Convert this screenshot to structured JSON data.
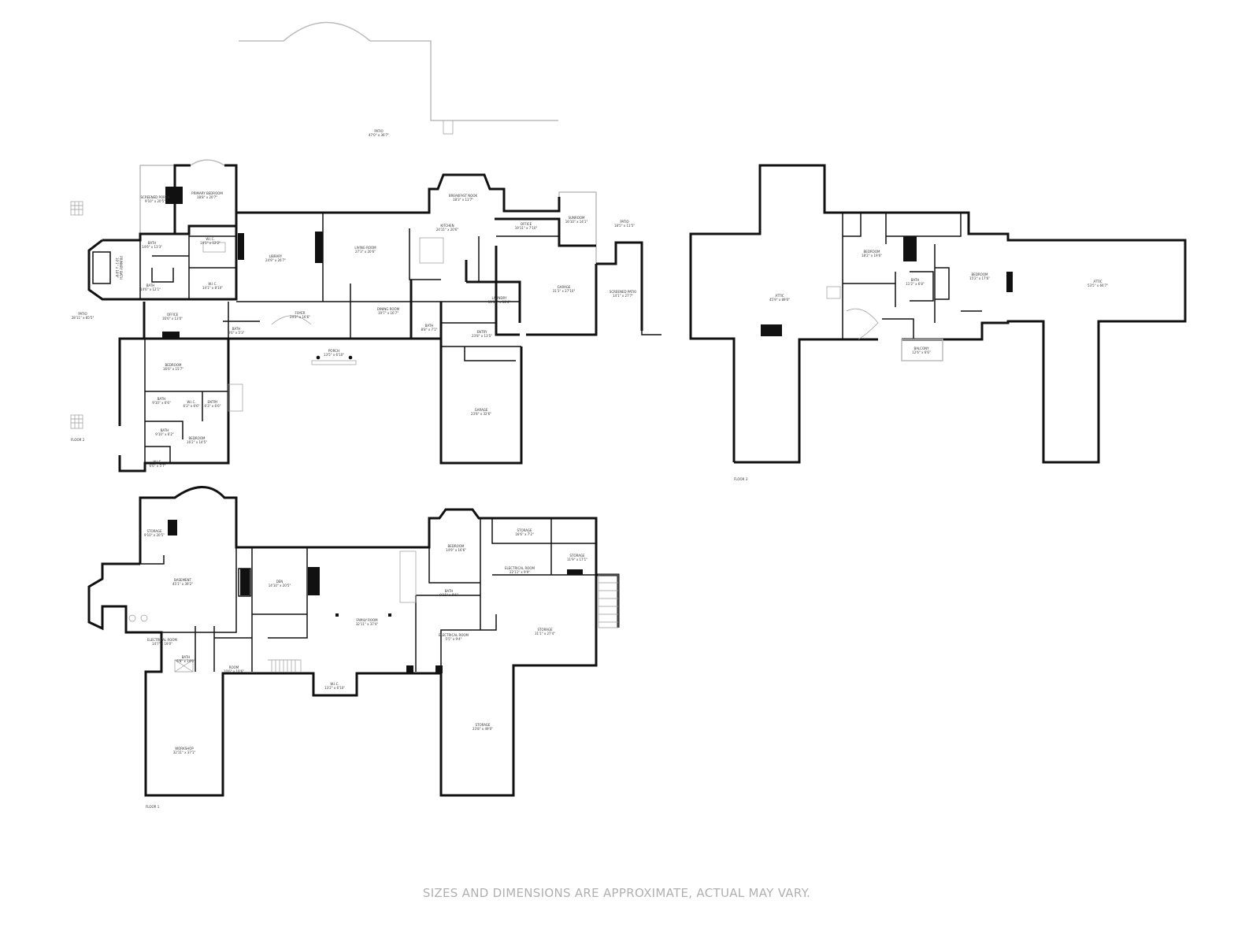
{
  "floor2": {
    "label": "FLOOR 2",
    "rooms": [
      {
        "name": "PATIO",
        "dims": "47'0\" x 36'7\""
      },
      {
        "name": "SCREENED PORCH",
        "dims": "9'10\" x 20'5\""
      },
      {
        "name": "PRIMARY BEDROOM",
        "dims": "18'8\" x 20'7\""
      },
      {
        "name": "BATH",
        "dims": "14'6\" x 13'3\""
      },
      {
        "name": "PRIMARY BATH",
        "dims": "10'1\" x 18'9\""
      },
      {
        "name": "BATH",
        "dims": "14'6\" x 12'1\""
      },
      {
        "name": "W.I.C.",
        "dims": "14'1\" x 12'2\""
      },
      {
        "name": "W.I.C.",
        "dims": "14'1\" x 8'10\""
      },
      {
        "name": "LIBRARY",
        "dims": "24'9\" x 26'7\""
      },
      {
        "name": "LIVING ROOM",
        "dims": "27'3\" x 20'6\""
      },
      {
        "name": "BREAKFAST NOOK",
        "dims": "18'3\" x 11'7\""
      },
      {
        "name": "KITCHEN",
        "dims": "24'11\" x 20'6\""
      },
      {
        "name": "OFFICE",
        "dims": "19'11\" x 7'10\""
      },
      {
        "name": "SUNROOM",
        "dims": "16'10\" x 14'1\""
      },
      {
        "name": "PATIO",
        "dims": "18'5\" x 11'5\""
      },
      {
        "name": "GARAGE",
        "dims": "31'1\" x 27'10\""
      },
      {
        "name": "SCREENED PATIO",
        "dims": "14'1\" x 27'7\""
      },
      {
        "name": "LAUNDRY",
        "dims": "11'11\" x 10'4\""
      },
      {
        "name": "DINING ROOM",
        "dims": "19'7\" x 16'7\""
      },
      {
        "name": "BATH",
        "dims": "8'8\" x 7'1\""
      },
      {
        "name": "ENTRY",
        "dims": "23'8\" x 13'5\""
      },
      {
        "name": "FOYER",
        "dims": "24'2\" x 16'6\""
      },
      {
        "name": "BATH",
        "dims": "8'6\" x 5'3\""
      },
      {
        "name": "PORCH",
        "dims": "13'5\" x 6'10\""
      },
      {
        "name": "OFFICE",
        "dims": "16'6\" x 13'0\""
      },
      {
        "name": "PATIO",
        "dims": "28'11\" x 85'5\""
      },
      {
        "name": "BEDROOM",
        "dims": "16'6\" x 15'7\""
      },
      {
        "name": "BATH",
        "dims": "9'10\" x 6'6\""
      },
      {
        "name": "W.I.C.",
        "dims": "6'3\" x 6'6\""
      },
      {
        "name": "ENTRY",
        "dims": "6'3\" x 6'6\""
      },
      {
        "name": "BATH",
        "dims": "9'10\" x 6'2\""
      },
      {
        "name": "BEDROOM",
        "dims": "16'2\" x 14'5\""
      },
      {
        "name": "W.I.C.",
        "dims": "6'6\" x 5'7\""
      },
      {
        "name": "GARAGE",
        "dims": "23'8\" x 32'6\""
      }
    ]
  },
  "floor3": {
    "label": "FLOOR 3",
    "rooms": [
      {
        "name": "ATTIC",
        "dims": "45'9\" x 89'0\""
      },
      {
        "name": "BEDROOM",
        "dims": "18'2\" x 19'6\""
      },
      {
        "name": "BATH",
        "dims": "11'2\" x 6'8\""
      },
      {
        "name": "BEDROOM",
        "dims": "15'2\" x 17'6\""
      },
      {
        "name": "ATTIC",
        "dims": "53'5\" x 66'7\""
      },
      {
        "name": "BALCONY",
        "dims": "12'6\" x 6'6\""
      }
    ]
  },
  "floor1": {
    "label": "FLOOR 1",
    "rooms": [
      {
        "name": "STORAGE",
        "dims": "9'10\" x 20'5\""
      },
      {
        "name": "BASEMENT",
        "dims": "45'1\" x 39'2\""
      },
      {
        "name": "DEN",
        "dims": "14'10\" x 20'5\""
      },
      {
        "name": "FAMILY ROOM",
        "dims": "32'11\" x 37'4\""
      },
      {
        "name": "BEDROOM",
        "dims": "14'9\" x 16'6\""
      },
      {
        "name": "STORAGE",
        "dims": "16'6\" x 7'2\""
      },
      {
        "name": "STORAGE",
        "dims": "11'9\" x 17'1\""
      },
      {
        "name": "ELECTRICAL ROOM",
        "dims": "22'11\" x 9'9\""
      },
      {
        "name": "BATH",
        "dims": "9'11\" x 9'6\""
      },
      {
        "name": "ELECTRICAL ROOM",
        "dims": "5'5\" x 9'4\""
      },
      {
        "name": "STORAGE",
        "dims": "31'1\" x 27'4\""
      },
      {
        "name": "ELECTRICAL ROOM",
        "dims": "14'7\" x 19'0\""
      },
      {
        "name": "BATH",
        "dims": "6'8\" x 14'0\""
      },
      {
        "name": "ROOM",
        "dims": "10'6\" x 10'6\""
      },
      {
        "name": "W.I.C.",
        "dims": "13'2\" x 6'10\""
      },
      {
        "name": "STORAGE",
        "dims": "23'8\" x 49'0\""
      },
      {
        "name": "WORKSHOP",
        "dims": "32'11\" x 37'1\""
      }
    ]
  },
  "footer": "SIZES AND DIMENSIONS ARE APPROXIMATE, ACTUAL MAY VARY."
}
